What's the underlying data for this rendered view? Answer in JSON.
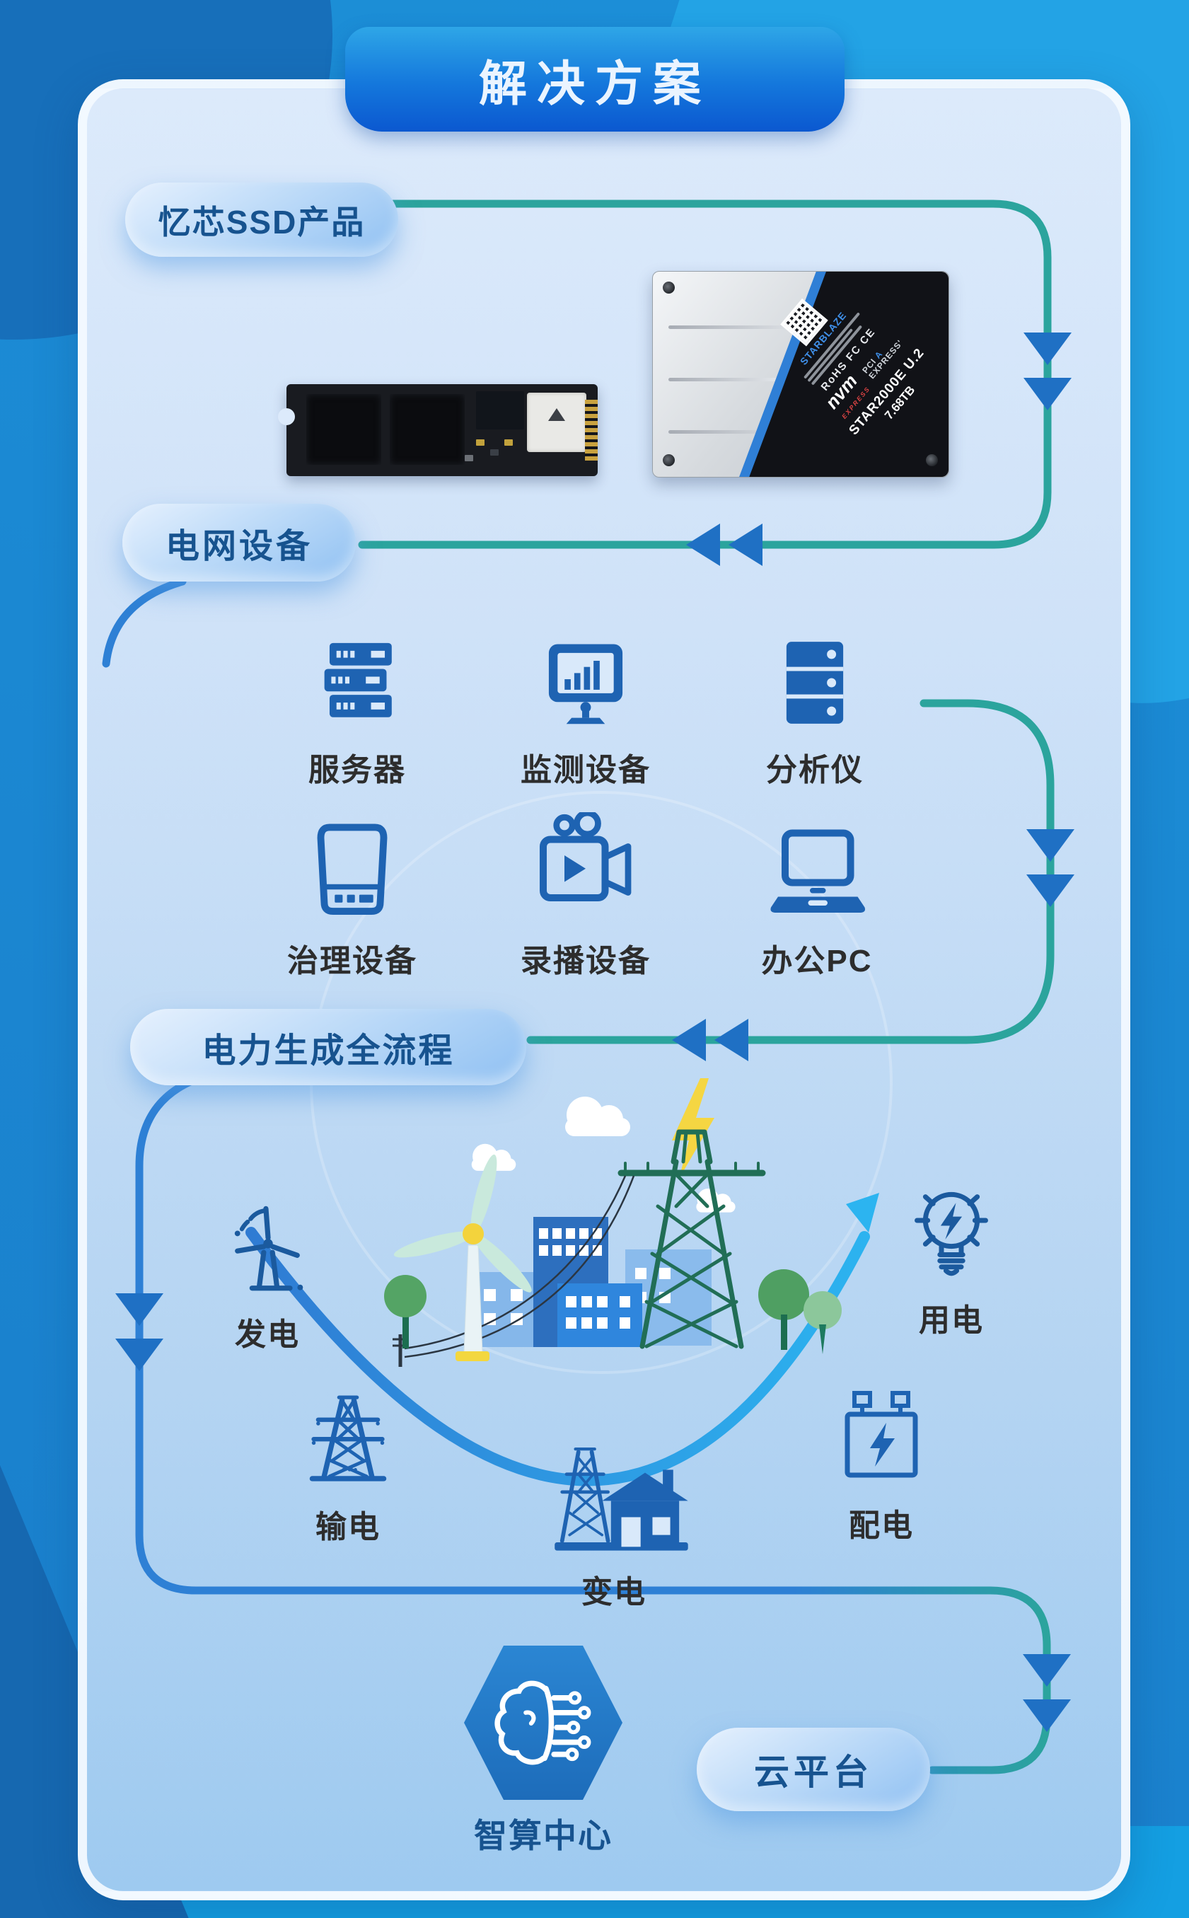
{
  "title_banner": {
    "text": "解决方案"
  },
  "ssd_section": {
    "label": "忆芯SSD产品",
    "u2_drive": {
      "brand": "STARBLAZE",
      "cert": "RoHS FC CE",
      "nvm": "nvm",
      "nvm_sub": "EXPRESS",
      "pci_line1": "PCI",
      "pci_line2": "EXPRESS'",
      "model": "STAR2000E U.2",
      "capacity": "7.68TB"
    }
  },
  "grid_section": {
    "label": "电网设备",
    "items": [
      {
        "label": "服务器",
        "icon": "server-icon"
      },
      {
        "label": "监测设备",
        "icon": "monitor-chart-icon"
      },
      {
        "label": "分析仪",
        "icon": "analyzer-icon"
      },
      {
        "label": "治理设备",
        "icon": "storage-device-icon"
      },
      {
        "label": "录播设备",
        "icon": "video-camera-icon"
      },
      {
        "label": "办公PC",
        "icon": "laptop-icon"
      }
    ]
  },
  "power_section": {
    "label": "电力生成全流程",
    "stages": [
      {
        "label": "发电",
        "icon": "wind-turbine-icon"
      },
      {
        "label": "用电",
        "icon": "bulb-lightning-icon"
      },
      {
        "label": "输电",
        "icon": "transmission-tower-icon"
      },
      {
        "label": "变电",
        "icon": "substation-icon"
      },
      {
        "label": "配电",
        "icon": "distribution-box-icon"
      }
    ]
  },
  "bottom_section": {
    "compute_label": "智算中心",
    "cloud_label": "云平台"
  },
  "colors": {
    "flow_teal": "#2BA49D",
    "flow_blue": "#2E80D5",
    "chevron_blue": "#1F70C4",
    "icon_blue": "#1E63B2",
    "pill_text": "#17538F",
    "lightning_yellow": "#F5D642"
  }
}
